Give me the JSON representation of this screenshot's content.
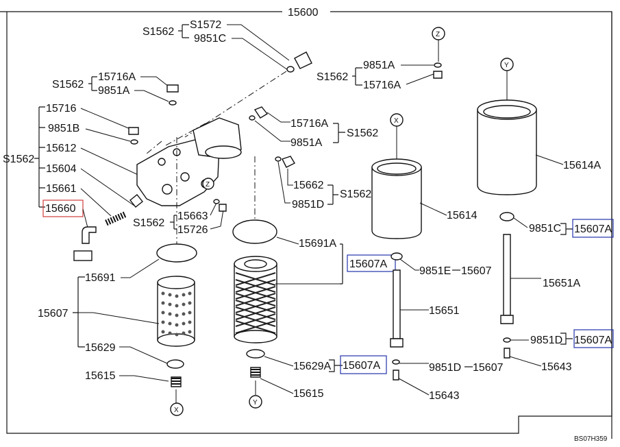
{
  "title": "15600",
  "figure_code": "BS07H359",
  "highlight_colors": {
    "red_box": "#d23b3b",
    "blue_box": "#2233aa"
  },
  "labels": {
    "s1562_top": "S1562",
    "p15572": "S1572",
    "p9851c_top": "9851C",
    "s1562_a": "S1562",
    "p15716a_a": "15716A",
    "p9851a_a": "9851A",
    "p15716": "15716",
    "p9851b": "9851B",
    "s1562_left": "S1562",
    "p15612": "15612",
    "p15604": "15604",
    "p15661": "15661",
    "p15660": "15660",
    "s1562_mid": "S1562",
    "p15663": "15663",
    "p15726": "15726",
    "p15716a_b": "15716A",
    "p9851a_b": "9851A",
    "s1562_b": "S1562",
    "p15662": "15662",
    "p9851d_a": "9851D",
    "s1562_c": "S1562",
    "s1562_topright": "S1562",
    "p9851a_tr": "9851A",
    "p15716a_tr": "15716A",
    "p15691": "15691",
    "p15607": "15607",
    "p15629": "15629",
    "p15615": "15615",
    "p15691a": "15691A",
    "p15607a_box1": "15607A",
    "p15629a": "15629A",
    "p15607a_box2": "15607A",
    "p15615b": "15615",
    "p15614": "15614",
    "p9851e": "9851E",
    "p15607_b": "15607",
    "p15651": "15651",
    "p9851d_b": "9851D",
    "p15607_c": "15607",
    "p15643": "15643",
    "p15614a": "15614A",
    "p9851c_r": "9851C",
    "p15607a_box3": "15607A",
    "p15651a": "15651A",
    "p9851d_r": "9851D",
    "p15607a_box4": "15607A",
    "p15643b": "15643"
  },
  "markers": {
    "z_top": "Z",
    "z_mid": "Z",
    "x_top": "X",
    "y_top": "Y",
    "x_bottom": "X",
    "y_bottom": "Y"
  }
}
